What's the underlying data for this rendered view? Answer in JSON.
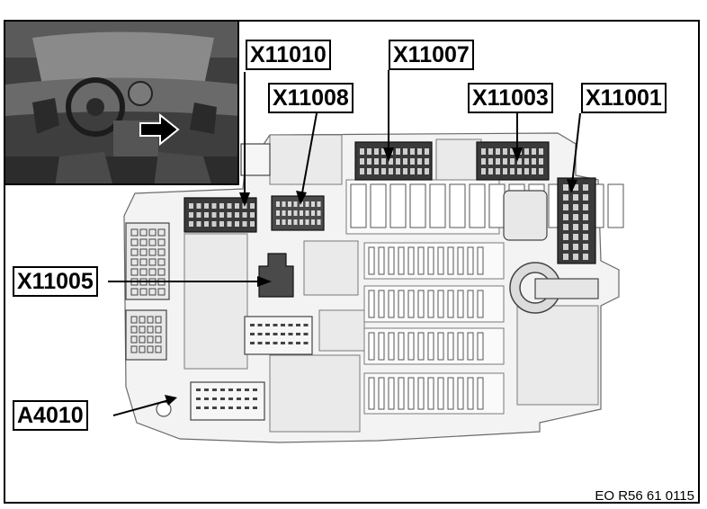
{
  "figure": {
    "connector_labels": {
      "x11010": "X11010",
      "x11007": "X11007",
      "x11008": "X11008",
      "x11003": "X11003",
      "x11001": "X11001",
      "x11005": "X11005",
      "a4010": "A4010"
    },
    "reference_code": "EO R56 61 0115",
    "inset_arrow_icon": "arrow-right-icon"
  }
}
